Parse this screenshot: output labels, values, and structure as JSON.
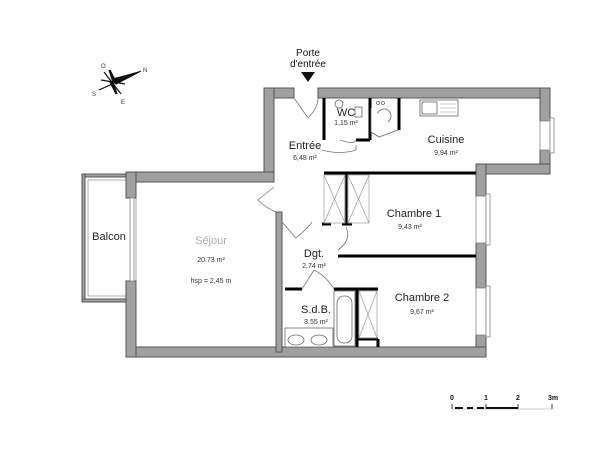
{
  "entrance": {
    "label_line1": "Porte",
    "label_line2": "d'entrée"
  },
  "compass": {
    "north": "N",
    "south": "S",
    "east": "E",
    "west": "O"
  },
  "rooms": {
    "wc": {
      "name": "WC",
      "area": "1,15 m²"
    },
    "entree": {
      "name": "Entrée",
      "area": "6,48 m²"
    },
    "cuisine": {
      "name": "Cuisine",
      "area": "9,94 m²"
    },
    "balcon": {
      "name": "Balcon"
    },
    "sejour": {
      "name": "Séjour",
      "area": "20.73 m²",
      "height": "hsp = 2,45 m"
    },
    "chambre1": {
      "name": "Chambre 1",
      "area": "9,43 m²"
    },
    "dgt": {
      "name": "Dgt.",
      "area": "2,74 m²"
    },
    "sdb": {
      "name": "S.d.B.",
      "area": "3,55 m²"
    },
    "chambre2": {
      "name": "Chambre 2",
      "area": "9,67 m²"
    }
  },
  "scale_bar": {
    "ticks": [
      "0",
      "1",
      "2",
      "3m"
    ]
  },
  "colors": {
    "wall": "#a0a0a0",
    "partition": "#000000",
    "background": "#ffffff"
  }
}
